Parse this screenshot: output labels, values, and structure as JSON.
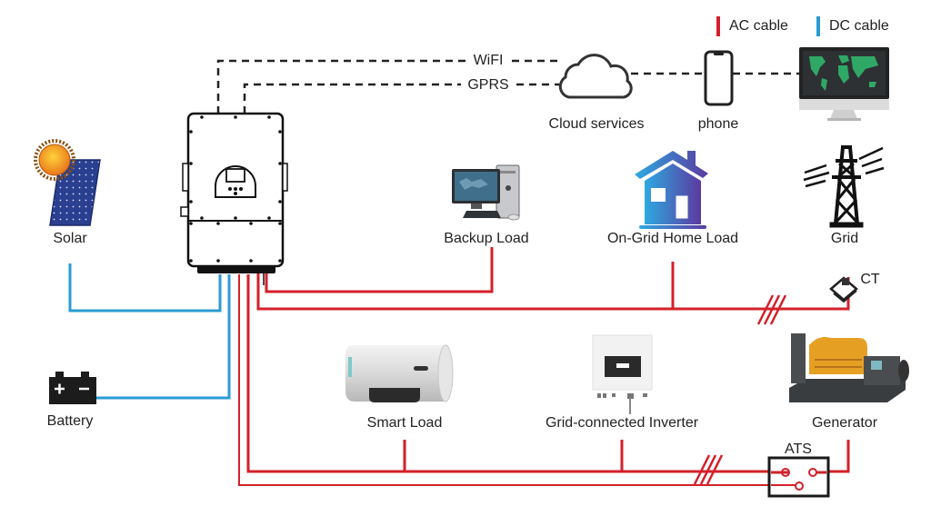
{
  "legend": {
    "ac": {
      "label": "AC cable",
      "color": "#d4202a"
    },
    "dc": {
      "label": "DC cable",
      "color": "#2b9bd3"
    }
  },
  "links": {
    "wifi": "WiFI",
    "gprs": "GPRS"
  },
  "nodes": {
    "cloud": "Cloud services",
    "phone": "phone",
    "solar": "Solar",
    "backup_load": "Backup Load",
    "home_load": "On-Grid Home Load",
    "grid": "Grid",
    "ct": "CT",
    "battery": "Battery",
    "smart_load": "Smart Load",
    "grid_inverter": "Grid-connected Inverter",
    "generator": "Generator",
    "ats": "ATS"
  },
  "colors": {
    "ac": "#d4202a",
    "dc": "#2b9bd3",
    "line": "#222222",
    "home_from": "#2ea9e0",
    "home_to": "#5b3aa0"
  }
}
